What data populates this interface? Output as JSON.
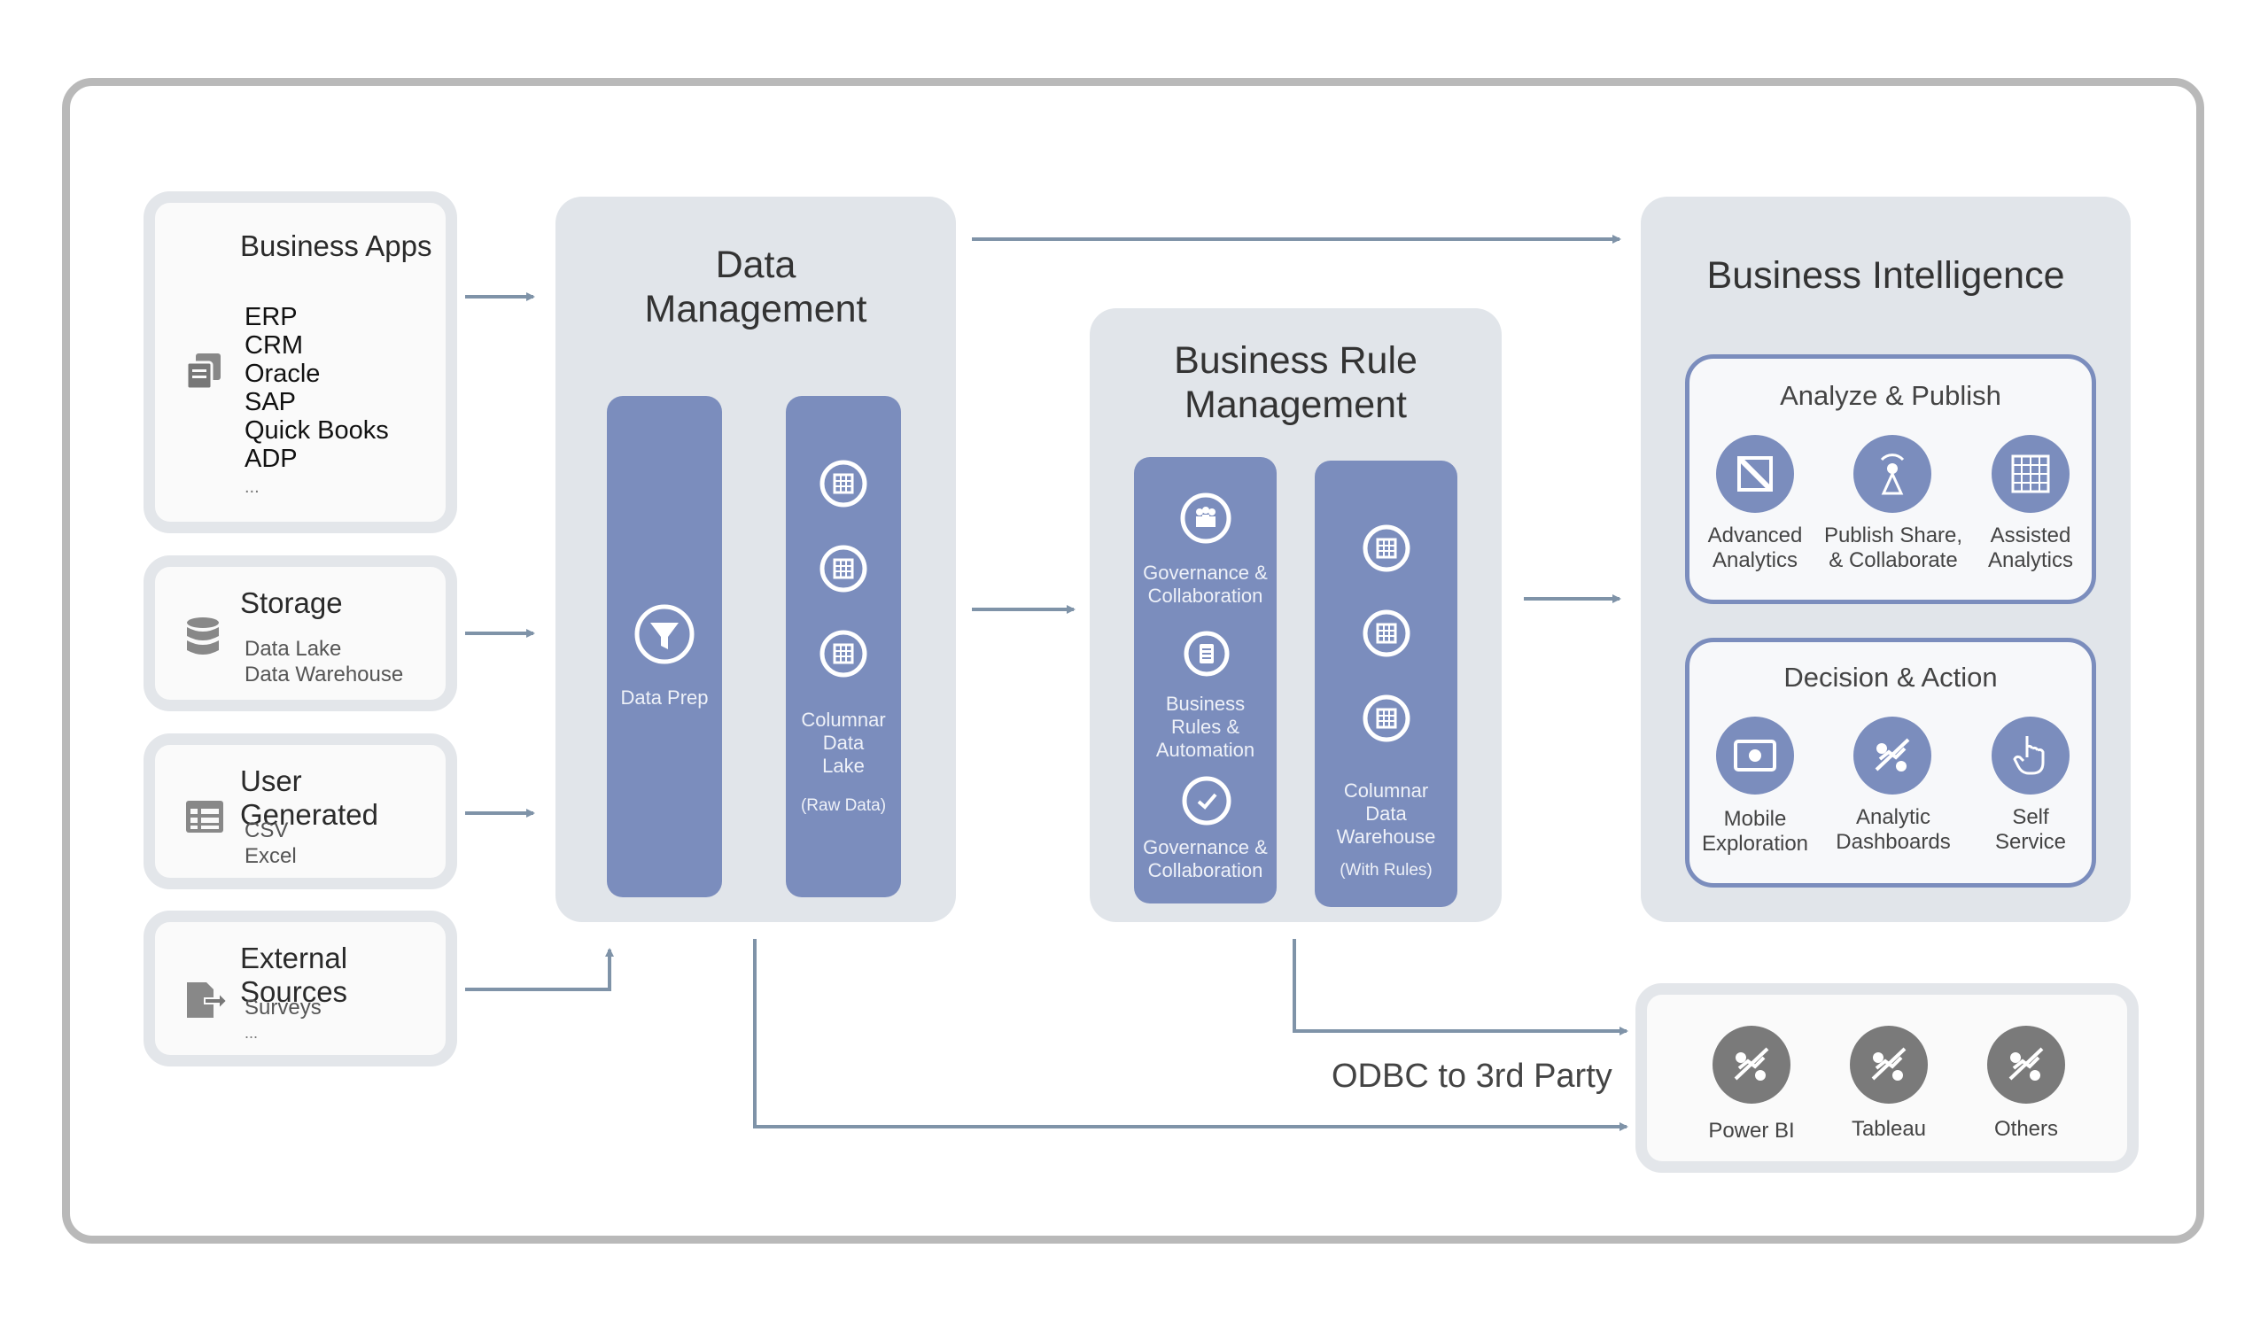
{
  "sources": {
    "business_apps": {
      "title": "Business Apps",
      "items": [
        "ERP",
        "CRM",
        "Oracle",
        "SAP",
        "Quick Books",
        "ADP",
        "..."
      ],
      "icon": "documents-icon"
    },
    "storage": {
      "title": "Storage",
      "items": [
        "Data Lake",
        "Data Warehouse"
      ],
      "icon": "database-icon"
    },
    "user_generated": {
      "title": "User Generated",
      "items": [
        "CSV",
        "Excel"
      ],
      "icon": "spreadsheet-icon"
    },
    "external_sources": {
      "title": "External Sources",
      "items": [
        "Surveys",
        "..."
      ],
      "icon": "export-file-icon"
    }
  },
  "data_management": {
    "title_line1": "Data",
    "title_line2": "Management",
    "data_prep": {
      "label": "Data Prep",
      "icon": "funnel-icon"
    },
    "columnar_lake": {
      "line1": "Columnar",
      "line2": "Data",
      "line3": "Lake",
      "note": "(Raw Data)",
      "icon": "grid-icon"
    }
  },
  "business_rule_management": {
    "title_line1": "Business Rule",
    "title_line2": "Management",
    "left_column": [
      {
        "line1": "Governance &",
        "line2": "Collaboration",
        "line3": "",
        "icon": "people-icon"
      },
      {
        "line1": "Business",
        "line2": "Rules &",
        "line3": "Automation",
        "icon": "document-icon"
      },
      {
        "line1": "Governance &",
        "line2": "Collaboration",
        "line3": "",
        "icon": "check-icon"
      }
    ],
    "warehouse": {
      "line1": "Columnar",
      "line2": "Data",
      "line3": "Warehouse",
      "note": "(With Rules)",
      "icon": "grid-icon"
    }
  },
  "business_intelligence": {
    "title": "Business Intelligence",
    "analyze_publish": {
      "title": "Analyze & Publish",
      "items": [
        {
          "line1": "Advanced",
          "line2": "Analytics",
          "icon": "chart-square-icon"
        },
        {
          "line1": "Publish Share,",
          "line2": "& Collaborate",
          "icon": "broadcast-icon"
        },
        {
          "line1": "Assisted",
          "line2": "Analytics",
          "icon": "table-grid-icon"
        }
      ]
    },
    "decision_action": {
      "title": "Decision & Action",
      "items": [
        {
          "line1": "Mobile",
          "line2": "Exploration",
          "icon": "mobile-screen-icon"
        },
        {
          "line1": "Analytic",
          "line2": "Dashboards",
          "icon": "dashboard-icon"
        },
        {
          "line1": "Self",
          "line2": "Service",
          "icon": "pointer-hand-icon"
        }
      ]
    }
  },
  "third_party": {
    "label": "ODBC to 3rd Party",
    "tools": [
      {
        "name": "Power BI",
        "icon": "analytics-icon"
      },
      {
        "name": "Tableau",
        "icon": "analytics-icon"
      },
      {
        "name": "Others",
        "icon": "analytics-icon"
      }
    ]
  },
  "colors": {
    "accent": "#7b8dbd",
    "panel": "#e1e5ea",
    "arrow": "#7f93a8",
    "frame": "#b9b9b9",
    "tool_circle": "#7a7a7a"
  }
}
